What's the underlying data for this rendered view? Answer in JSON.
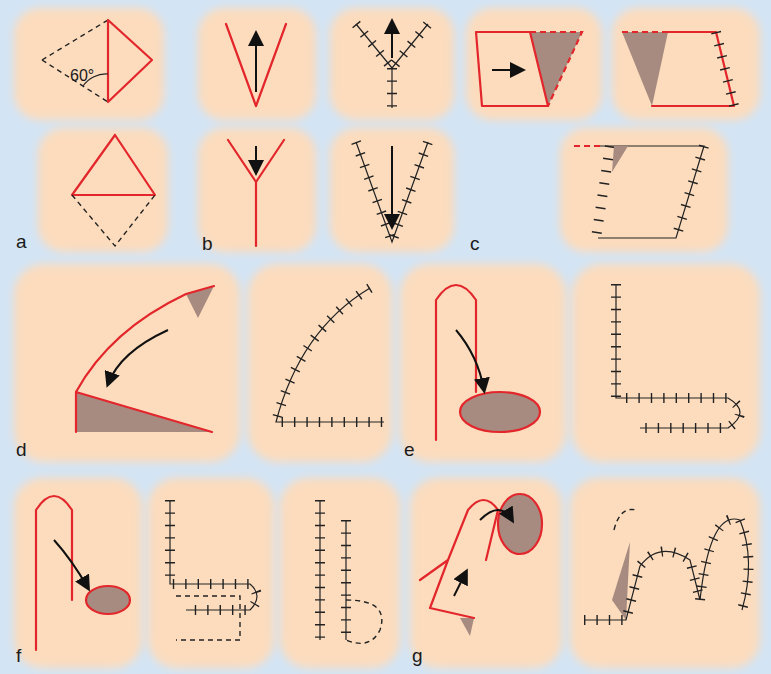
{
  "diagram": {
    "labels": [
      "60°",
      "a",
      "b",
      "c",
      "d",
      "e",
      "f",
      "g"
    ]
  }
}
